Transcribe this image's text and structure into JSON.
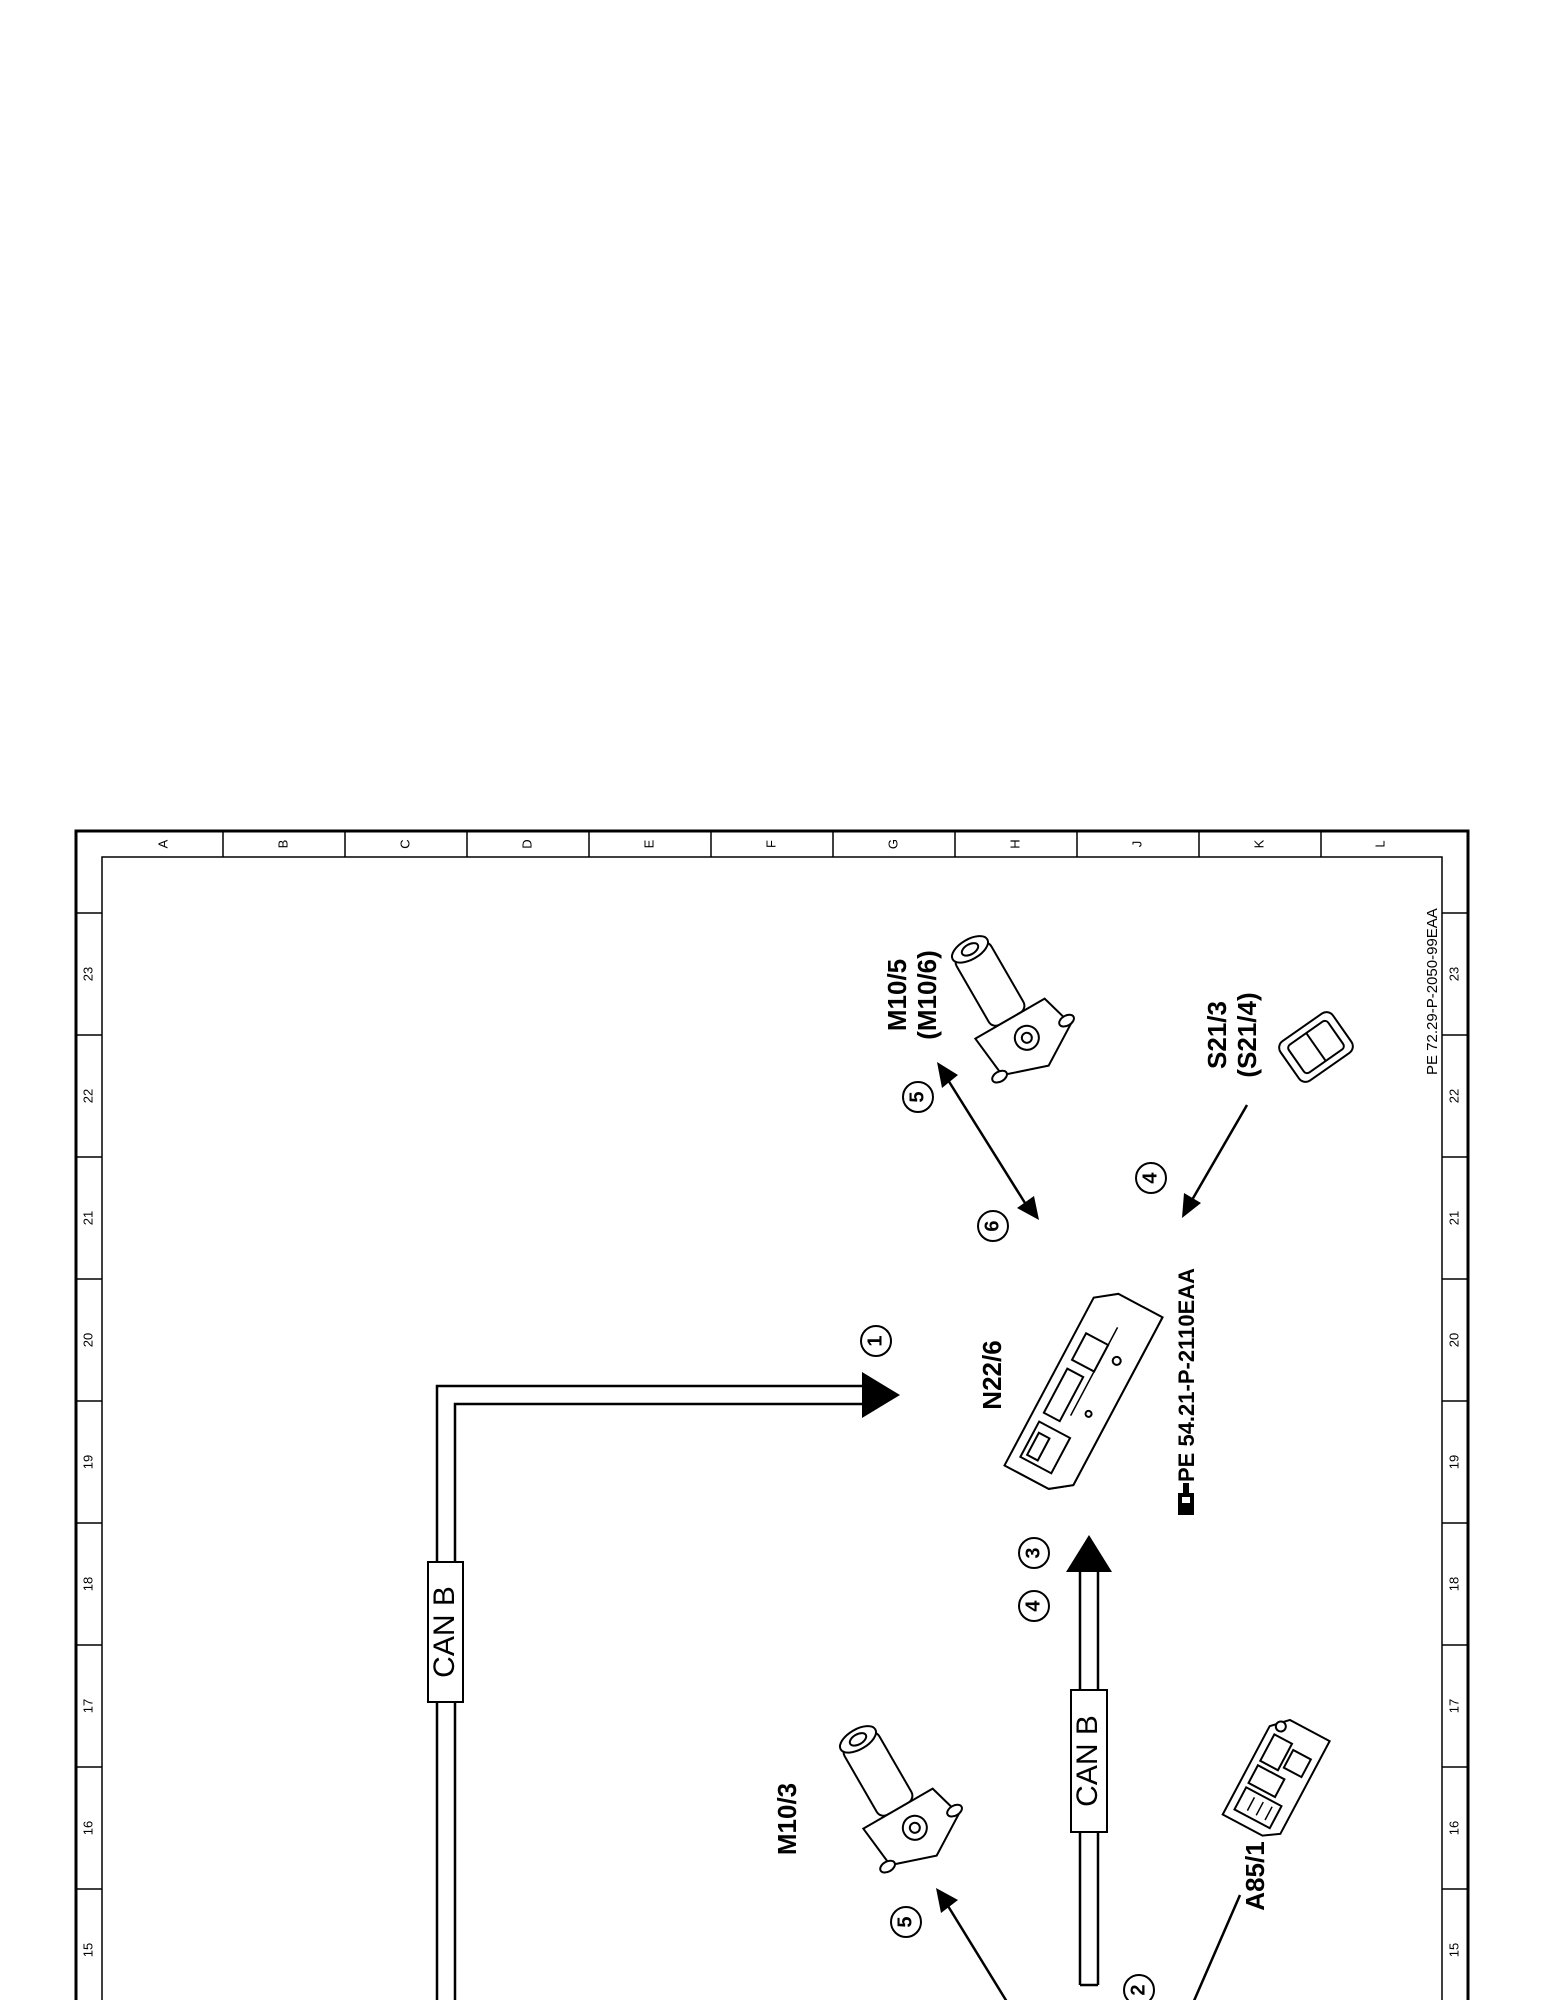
{
  "grid": {
    "letters": [
      "A",
      "B",
      "C",
      "D",
      "E",
      "F",
      "G",
      "H",
      "J",
      "K",
      "L"
    ],
    "numbers": [
      "23",
      "22",
      "21",
      "20",
      "19",
      "18",
      "17",
      "16",
      "15"
    ]
  },
  "components": {
    "m10_5": {
      "label": "M10/5",
      "alt": "(M10/6)"
    },
    "s21_3": {
      "label": "S21/3",
      "alt": "(S21/4)"
    },
    "n22_6": {
      "label": "N22/6"
    },
    "m10_3": {
      "label": "M10/3"
    },
    "a85_1": {
      "label": "A85/1"
    }
  },
  "reference": {
    "text": "PE 54.21-P-2110EAA"
  },
  "bus": {
    "upper": "CAN B",
    "lower": "CAN B"
  },
  "markers": {
    "one": "1",
    "two": "2",
    "three": "3",
    "four_a": "4",
    "four_b": "4",
    "five_a": "5",
    "five_b": "5",
    "six": "6"
  },
  "drawing_id": "PE 72.29-P-2050-99EAA",
  "icons": {
    "reference_pointer": "pointing-hand-icon"
  }
}
